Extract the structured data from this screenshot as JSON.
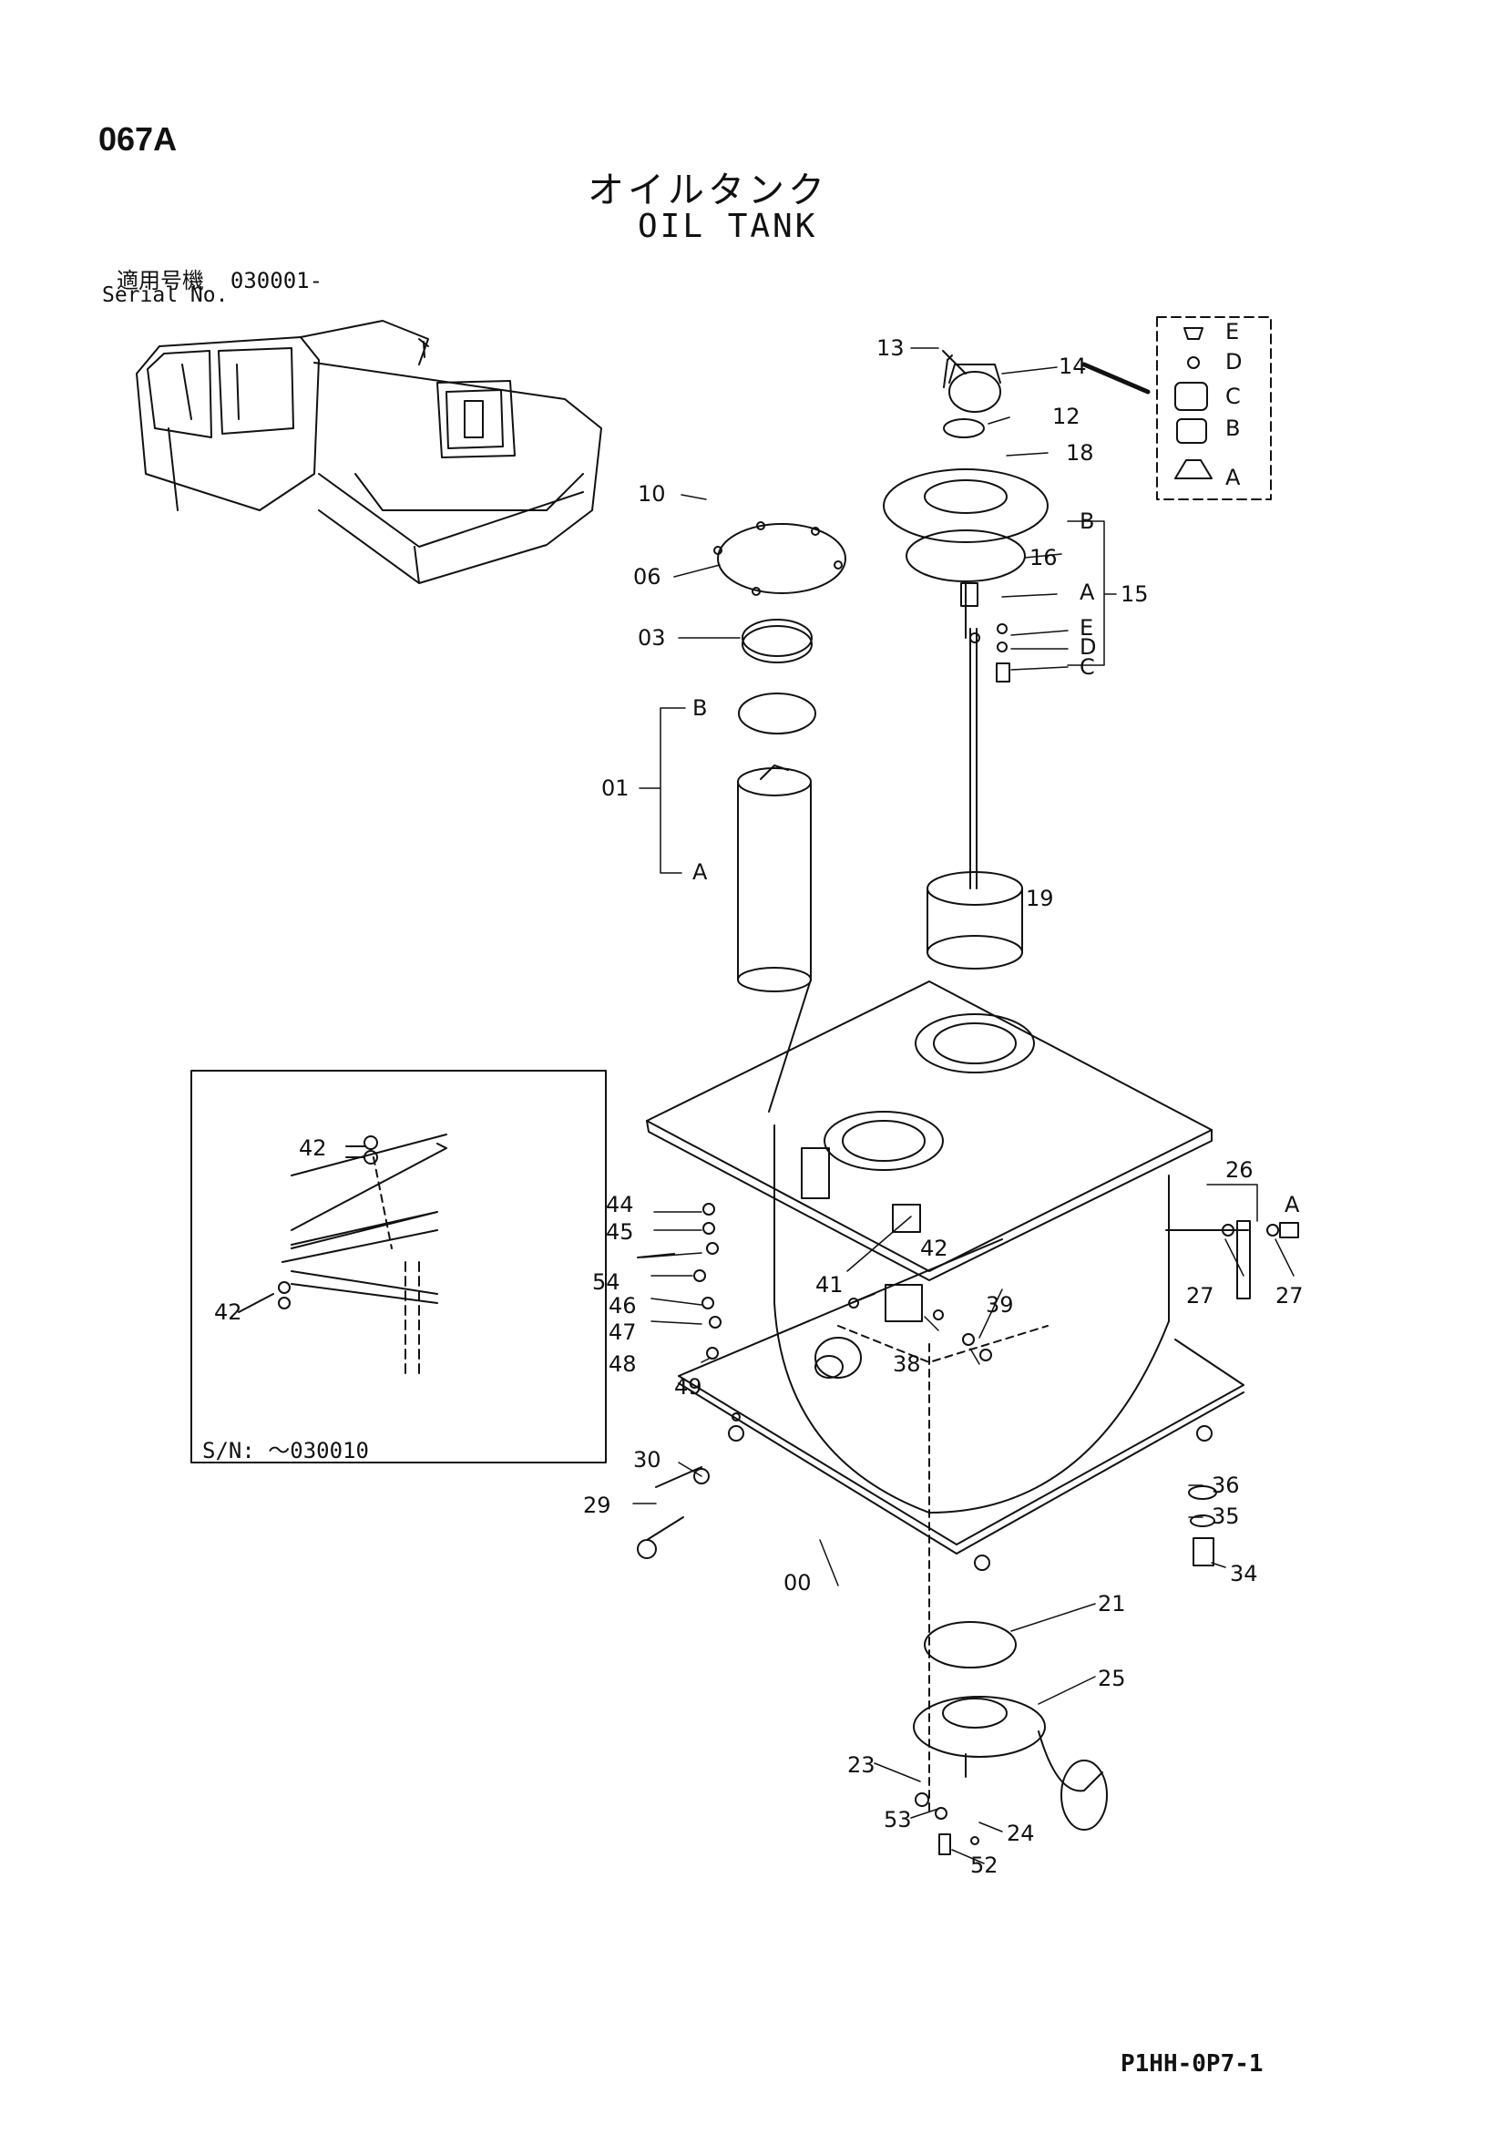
{
  "header": {
    "page_code": "067A",
    "title_jp": "オイルタンク",
    "title_en": "OIL TANK",
    "serial_label_jp": "適用号機",
    "serial_value": "030001-",
    "serial_label_en": "Serial No."
  },
  "inset": {
    "serial_note": "S/N: ～030010",
    "callouts": {
      "a": "42",
      "b": "42"
    }
  },
  "callouts": {
    "c00": "00",
    "c01": "01",
    "c03": "03",
    "c06": "06",
    "c10": "10",
    "c12": "12",
    "c13": "13",
    "c14": "14",
    "c15": "15",
    "c16": "16",
    "c18": "18",
    "c19": "19",
    "c21": "21",
    "c23": "23",
    "c24": "24",
    "c25": "25",
    "c26": "26",
    "c27a": "27",
    "c27b": "27",
    "c29": "29",
    "c30": "30",
    "c34": "34",
    "c35": "35",
    "c36": "36",
    "c38": "38",
    "c39": "39",
    "c41": "41",
    "c42": "42",
    "c44": "44",
    "c45": "45",
    "c46": "46",
    "c47": "47",
    "c48": "48",
    "c49": "49",
    "c52": "52",
    "c53": "53",
    "c54": "54"
  },
  "sublabels": {
    "kit14": [
      "E",
      "D",
      "C",
      "B",
      "A"
    ],
    "asm15": [
      "B",
      "A",
      "E",
      "D",
      "C"
    ],
    "asm01": [
      "B",
      "A"
    ],
    "asm26": "A"
  },
  "footer": {
    "drawing_code": "P1HH-0P7-1"
  }
}
